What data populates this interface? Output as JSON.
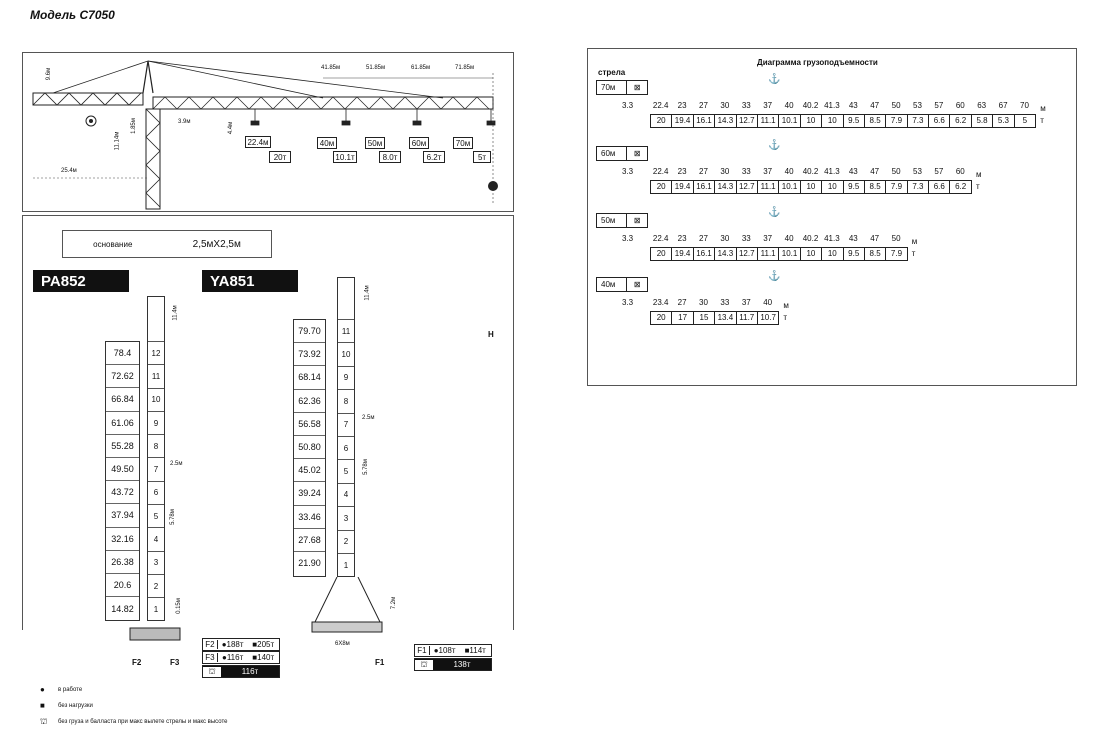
{
  "model_title": "Модель С7050",
  "crane_view": {
    "jib_positions": [
      "22.4м",
      "40м",
      "50м",
      "60м",
      "70м"
    ],
    "jib_loads": [
      "20т",
      "10.1т",
      "8.0т",
      "6.2т",
      "5т"
    ],
    "jib_spans": [
      "41.85м",
      "51.85м",
      "61.85м",
      "71.85м"
    ],
    "dim_head": "9.6м",
    "dim_counter": "25.4м",
    "dim_tower": "11.14м",
    "dim_185": "1.85м",
    "dim_39": "3.9м",
    "dim_44": "4.4м"
  },
  "base_box": {
    "label": "основание",
    "value": "2,5мХ2,5м"
  },
  "pa852": {
    "title": "PA852",
    "heights": [
      "78.4",
      "72.62",
      "66.84",
      "61.06",
      "55.28",
      "49.50",
      "43.72",
      "37.94",
      "32.16",
      "26.38",
      "20.6",
      "14.82"
    ],
    "sections": [
      "12",
      "11",
      "10",
      "9",
      "8",
      "7",
      "6",
      "5",
      "4",
      "3",
      "2",
      "1"
    ],
    "dim_top": "11.4м",
    "dim_side": "2.5м",
    "dim_section": "5.78м",
    "dim_bottom": "0.15м",
    "forces_f2_label": "F2",
    "forces_f2": [
      "●188т",
      "■205т"
    ],
    "forces_f3_label": "F3",
    "forces_f3": [
      "●116т",
      "■140т"
    ],
    "forces_total": "116т",
    "arrow_f2": "F2",
    "arrow_f3": "F3"
  },
  "ya851": {
    "title": "YA851",
    "heights": [
      "79.70",
      "73.92",
      "68.14",
      "62.36",
      "56.58",
      "50.80",
      "45.02",
      "39.24",
      "33.46",
      "27.68",
      "21.90"
    ],
    "sections": [
      "11",
      "10",
      "9",
      "8",
      "7",
      "6",
      "5",
      "4",
      "3",
      "2",
      "1"
    ],
    "dim_top": "11.4м",
    "dim_side": "2.5м",
    "dim_section": "5.78м",
    "dim_bottom": "7.2м",
    "dim_base": "6Х8м",
    "forces_f1_label": "F1",
    "forces_f1": [
      "●108т",
      "■114т"
    ],
    "forces_total": "138т",
    "arrow_f1": "F1"
  },
  "h_label": "H",
  "legend": [
    {
      "symbol": "●",
      "text": "в работе"
    },
    {
      "symbol": "■",
      "text": "без нагрузки"
    },
    {
      "symbol": "⛫",
      "text": "без груза и балласта при макс вылете стрелы и макс высоте"
    }
  ],
  "load_chart": {
    "title": "Диаграмма грузоподъемности",
    "jib_label": "стрела",
    "unit_m": "м",
    "unit_t": "т",
    "start": "3.3",
    "rows": [
      {
        "jib": "70м",
        "radii": [
          "22.4",
          "23",
          "27",
          "30",
          "33",
          "37",
          "40",
          "40.2",
          "41.3",
          "43",
          "47",
          "50",
          "53",
          "57",
          "60",
          "63",
          "67",
          "70"
        ],
        "loads": [
          "20",
          "19.4",
          "16.1",
          "14.3",
          "12.7",
          "11.1",
          "10.1",
          "10",
          "10",
          "9.5",
          "8.5",
          "7.9",
          "7.3",
          "6.6",
          "6.2",
          "5.8",
          "5.3",
          "5"
        ]
      },
      {
        "jib": "60м",
        "radii": [
          "22.4",
          "23",
          "27",
          "30",
          "33",
          "37",
          "40",
          "40.2",
          "41.3",
          "43",
          "47",
          "50",
          "53",
          "57",
          "60"
        ],
        "loads": [
          "20",
          "19.4",
          "16.1",
          "14.3",
          "12.7",
          "11.1",
          "10.1",
          "10",
          "10",
          "9.5",
          "8.5",
          "7.9",
          "7.3",
          "6.6",
          "6.2"
        ]
      },
      {
        "jib": "50м",
        "radii": [
          "22.4",
          "23",
          "27",
          "30",
          "33",
          "37",
          "40",
          "40.2",
          "41.3",
          "43",
          "47",
          "50"
        ],
        "loads": [
          "20",
          "19.4",
          "16.1",
          "14.3",
          "12.7",
          "11.1",
          "10.1",
          "10",
          "10",
          "9.5",
          "8.5",
          "7.9"
        ]
      },
      {
        "jib": "40м",
        "radii": [
          "23.4",
          "27",
          "30",
          "33",
          "37",
          "40"
        ],
        "loads": [
          "20",
          "17",
          "15",
          "13.4",
          "11.7",
          "10.7"
        ]
      }
    ]
  }
}
